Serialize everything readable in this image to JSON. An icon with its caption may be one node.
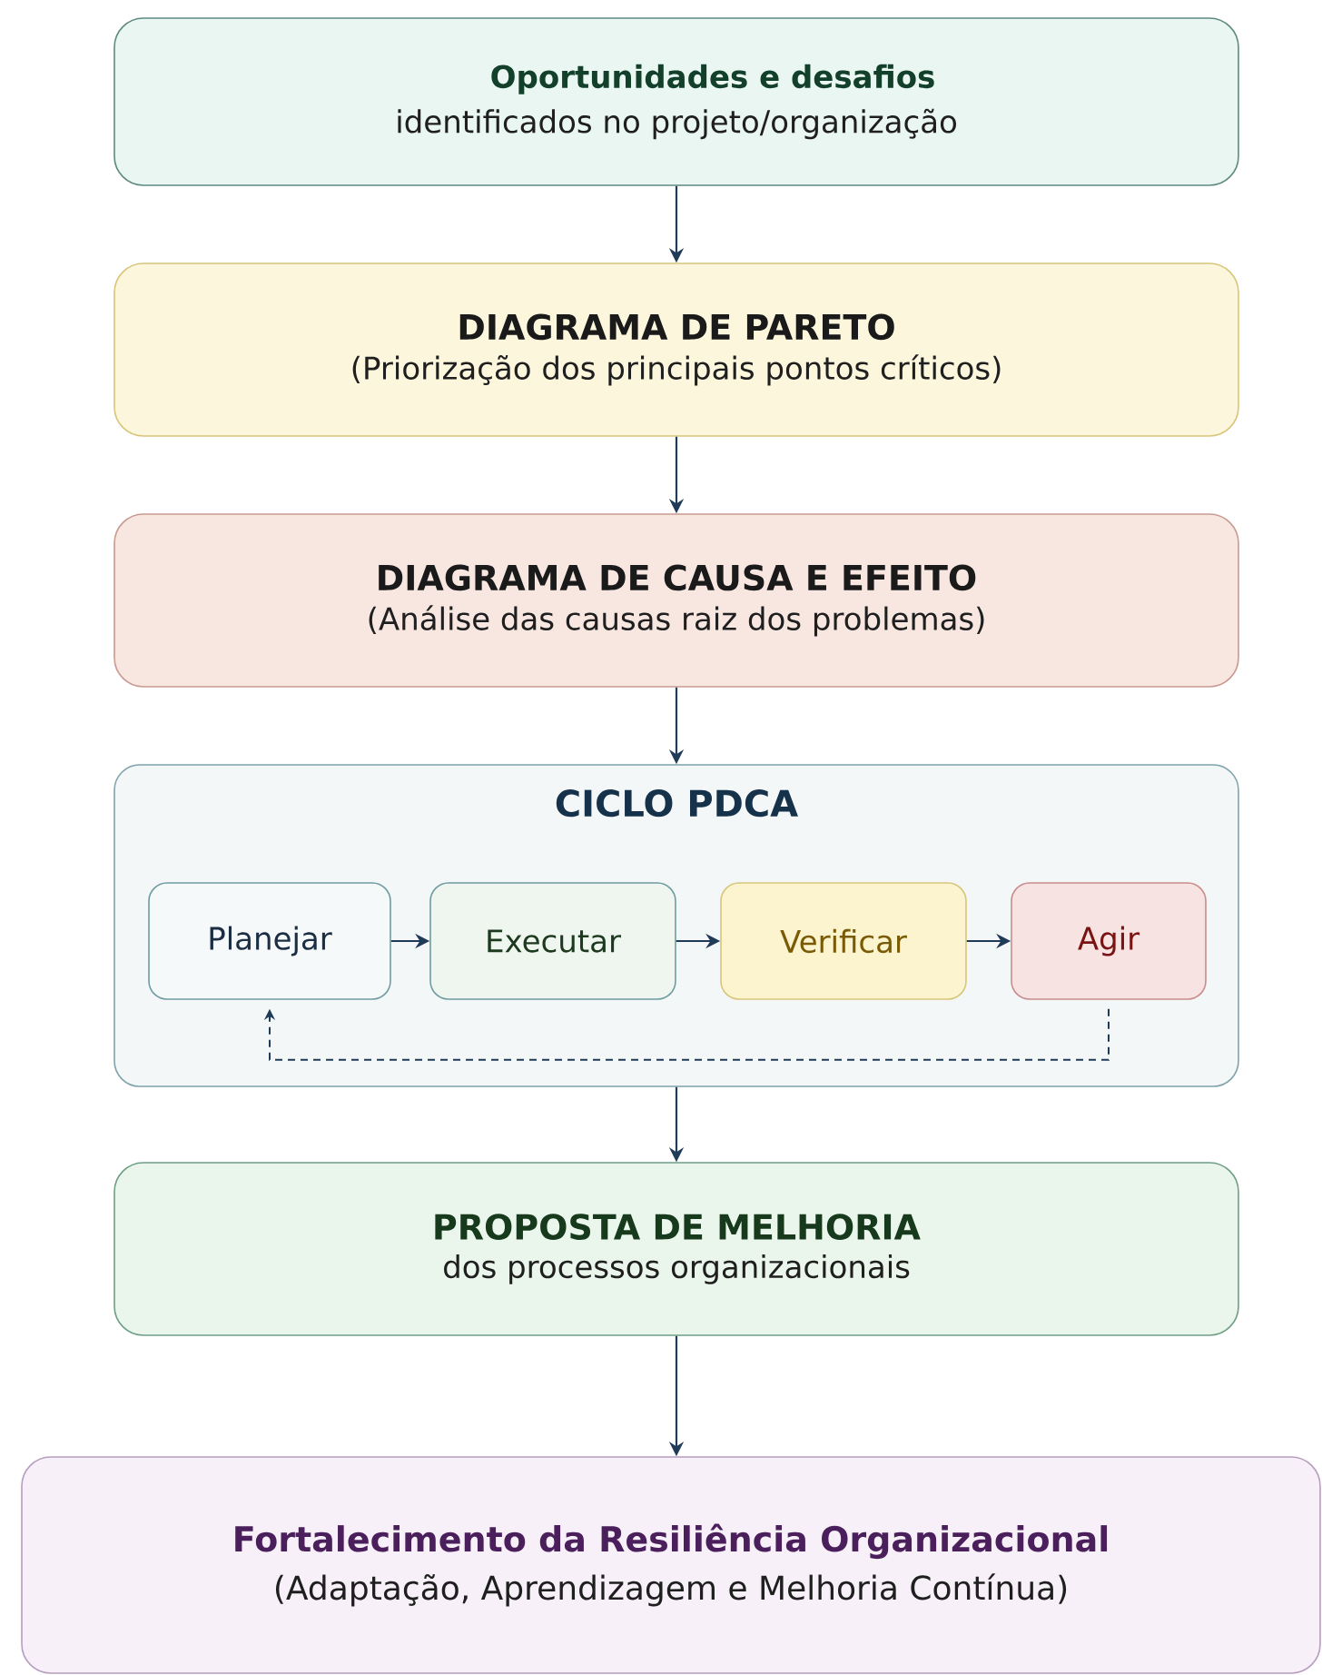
{
  "diagram": {
    "nodes": [
      {
        "text": [
          "Oportunidades e desafios",
          "identificados no projeto/organização"
        ]
      },
      {
        "text": [
          "DIAGRAMA DE PARETO",
          "(Priorização dos principais pontos críticos)"
        ]
      },
      {
        "text": [
          "DIAGRAMA DE CAUSA E EFEITO",
          "(Análise das causas raiz dos problemas)"
        ]
      },
      {
        "text": [
          "CICLO PDCA"
        ]
      },
      {
        "text": [
          "Planejar"
        ],
        "in": 3
      },
      {
        "text": [
          "Executar"
        ],
        "in": 3
      },
      {
        "text": [
          "Verificar"
        ],
        "in": 3
      },
      {
        "text": [
          "Agir"
        ],
        "in": 3
      },
      {
        "text": [
          "PROPOSTA DE MELHORIA",
          "dos processos organizacionais"
        ]
      },
      {
        "text": [
          "Fortalecimento da Resiliência Organizacional",
          "(Adaptação, Aprendizagem e Melhoria Contínua)"
        ]
      }
    ],
    "edges": [
      {
        "from": 0,
        "to": 1,
        "arrow": "to"
      },
      {
        "from": 1,
        "to": 2,
        "arrow": "to"
      },
      {
        "from": 2,
        "to": 3,
        "arrow": "to"
      },
      {
        "from": 4,
        "to": 5,
        "arrow": "to"
      },
      {
        "from": 5,
        "to": 6,
        "arrow": "to"
      },
      {
        "from": 6,
        "to": 7,
        "arrow": "to"
      },
      {
        "from": 7,
        "to": 4,
        "arrow": "to",
        "style": "dashed"
      },
      {
        "from": 3,
        "to": 8,
        "arrow": "to"
      },
      {
        "from": 8,
        "to": 9,
        "arrow": "to"
      }
    ]
  }
}
